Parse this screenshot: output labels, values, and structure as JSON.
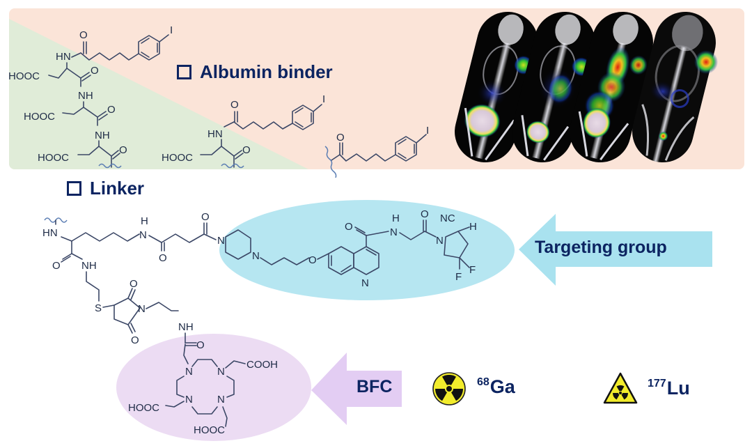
{
  "figure": {
    "sections": {
      "albumin_binder": {
        "label": "Albumin binder"
      },
      "linker": {
        "label": "Linker"
      },
      "targeting_group": {
        "label": "Targeting group"
      },
      "bfc": {
        "label": "BFC"
      }
    },
    "radionuclides": [
      {
        "mass": "68",
        "symbol": "Ga",
        "icon": "radiation-circle-icon"
      },
      {
        "mass": "177",
        "symbol": "Lu",
        "icon": "radiation-triangle-icon"
      }
    ],
    "pet_images": {
      "count": 4,
      "description": "whole-body PET/CT mouse images"
    },
    "atoms": {
      "O": "O",
      "HN": "HN",
      "NH": "NH",
      "N": "N",
      "H": "H",
      "I": "I",
      "HOOC": "HOOC",
      "COOH": "COOH",
      "S": "S",
      "F": "F",
      "NC": "NC"
    },
    "colors": {
      "panel_peach": "#fbe4d8",
      "panel_green": "#e0ecd8",
      "targeting_fill": "#b6e6f1",
      "targeting_arrow": "#a9e2ef",
      "bfc_fill": "#ecdcf3",
      "bfc_arrow": "#e3cdf3",
      "text_navy": "#0c2461",
      "bond": "#3b4766"
    }
  }
}
